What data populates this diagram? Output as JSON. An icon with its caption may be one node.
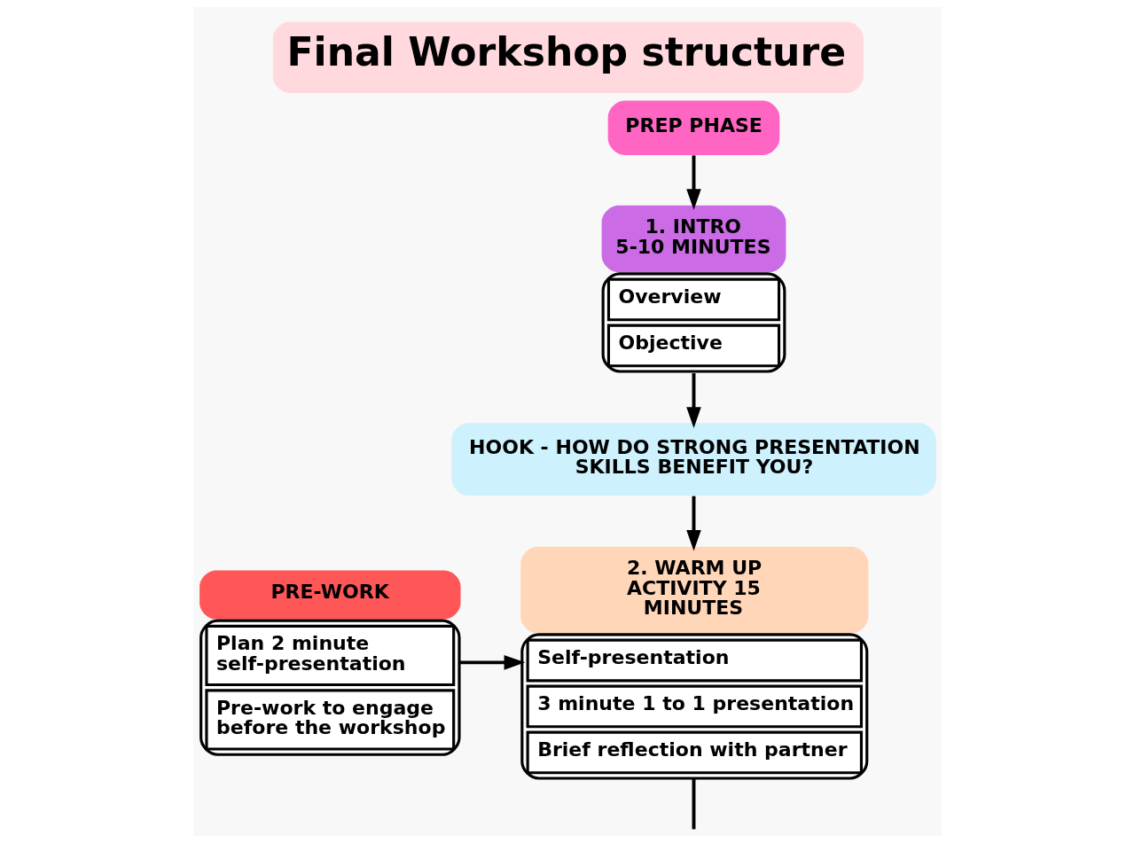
{
  "diagram": {
    "title": "Final Workshop structure",
    "nodes": [
      {
        "text": [
          "PREP PHASE"
        ]
      },
      {
        "text": [
          "1. INTRO 5-10 MINUTES",
          "Overview",
          "Objective"
        ]
      },
      {
        "text": [
          "HOOK - HOW DO STRONG PRESENTATION SKILLS BENEFIT YOU?"
        ]
      },
      {
        "text": [
          "2. WARM UP ACTIVITY 15 MINUTES",
          "Self-presentation",
          "3 minute 1 to 1 presentation",
          "Brief reflection with partner"
        ]
      },
      {
        "text": [
          "PRE-WORK",
          "Plan 2 minute self-presentation",
          "Pre-work to engage before the workshop"
        ]
      }
    ],
    "edges": [
      {
        "from": 0,
        "to": 1,
        "arrow": "to"
      },
      {
        "from": 1,
        "to": 2,
        "arrow": "to"
      },
      {
        "from": 2,
        "to": 3,
        "arrow": "to"
      },
      {
        "from": 4,
        "to": 3,
        "arrow": "to"
      },
      {
        "from": 3,
        "to": null,
        "arrow": "none"
      }
    ]
  }
}
